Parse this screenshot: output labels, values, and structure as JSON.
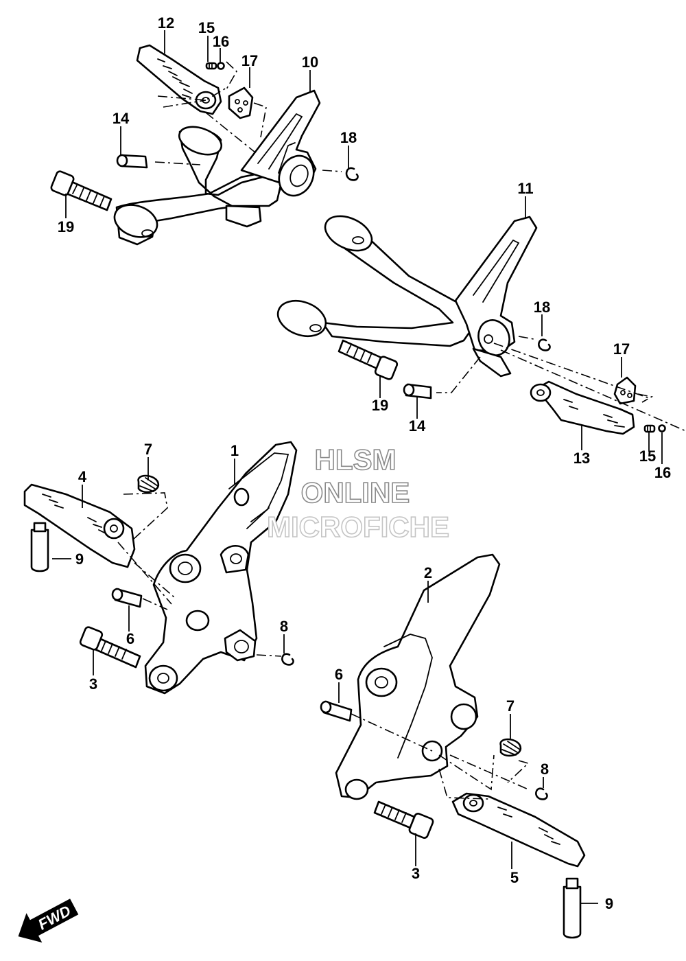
{
  "watermark": {
    "line1": "HLSM",
    "line2": "ONLINE",
    "line3": "MICROFICHE"
  },
  "direction_marker": {
    "label": "FWD",
    "icon": "forward-arrow-icon"
  },
  "callouts": {
    "c1": "1",
    "c2": "2",
    "c3a": "3",
    "c3b": "3",
    "c4": "4",
    "c5": "5",
    "c6a": "6",
    "c6b": "6",
    "c7a": "7",
    "c7b": "7",
    "c8a": "8",
    "c8b": "8",
    "c9a": "9",
    "c9b": "9",
    "c10": "10",
    "c11": "11",
    "c12": "12",
    "c13": "13",
    "c14a": "14",
    "c14b": "14",
    "c15a": "15",
    "c15b": "15",
    "c16a": "16",
    "c16b": "16",
    "c17a": "17",
    "c17b": "17",
    "c18a": "18",
    "c18b": "18",
    "c19a": "19",
    "c19b": "19"
  }
}
